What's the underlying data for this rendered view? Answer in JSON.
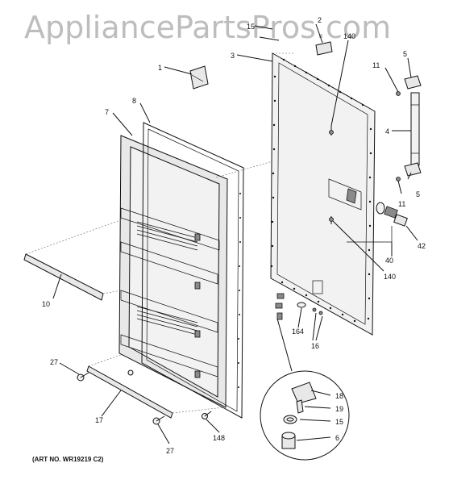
{
  "watermark": "AppliancePartsPros.com",
  "art_number": "(ART NO. WR19219 C2)",
  "callouts": {
    "c1": "1",
    "c2": "2",
    "c3": "3",
    "c4": "4",
    "c5a": "5",
    "c5b": "5",
    "c6": "6",
    "c7": "7",
    "c8": "8",
    "c10": "10",
    "c11a": "11",
    "c11b": "11",
    "c15a": "15",
    "c15b": "15",
    "c16": "16",
    "c17": "17",
    "c18": "18",
    "c19": "19",
    "c27a": "27",
    "c27b": "27",
    "c40": "40",
    "c42": "42",
    "c140a": "140",
    "c140b": "140",
    "c148": "148",
    "c164": "164"
  }
}
